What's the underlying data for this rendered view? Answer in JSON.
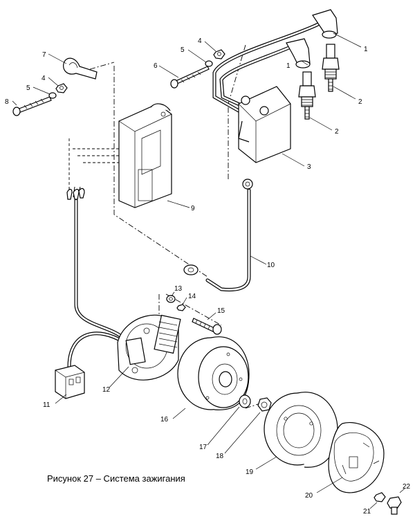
{
  "figure": {
    "caption": "Рисунок 27 – Система зажигания"
  },
  "callouts": [
    {
      "n": "1"
    },
    {
      "n": "1"
    },
    {
      "n": "2"
    },
    {
      "n": "2"
    },
    {
      "n": "3"
    },
    {
      "n": "4"
    },
    {
      "n": "5"
    },
    {
      "n": "6"
    },
    {
      "n": "4"
    },
    {
      "n": "5"
    },
    {
      "n": "7"
    },
    {
      "n": "8"
    },
    {
      "n": "9"
    },
    {
      "n": "10"
    },
    {
      "n": "11"
    },
    {
      "n": "12"
    },
    {
      "n": "13"
    },
    {
      "n": "14"
    },
    {
      "n": "15"
    },
    {
      "n": "16"
    },
    {
      "n": "17"
    },
    {
      "n": "18"
    },
    {
      "n": "19"
    },
    {
      "n": "20"
    },
    {
      "n": "21"
    },
    {
      "n": "22"
    }
  ]
}
